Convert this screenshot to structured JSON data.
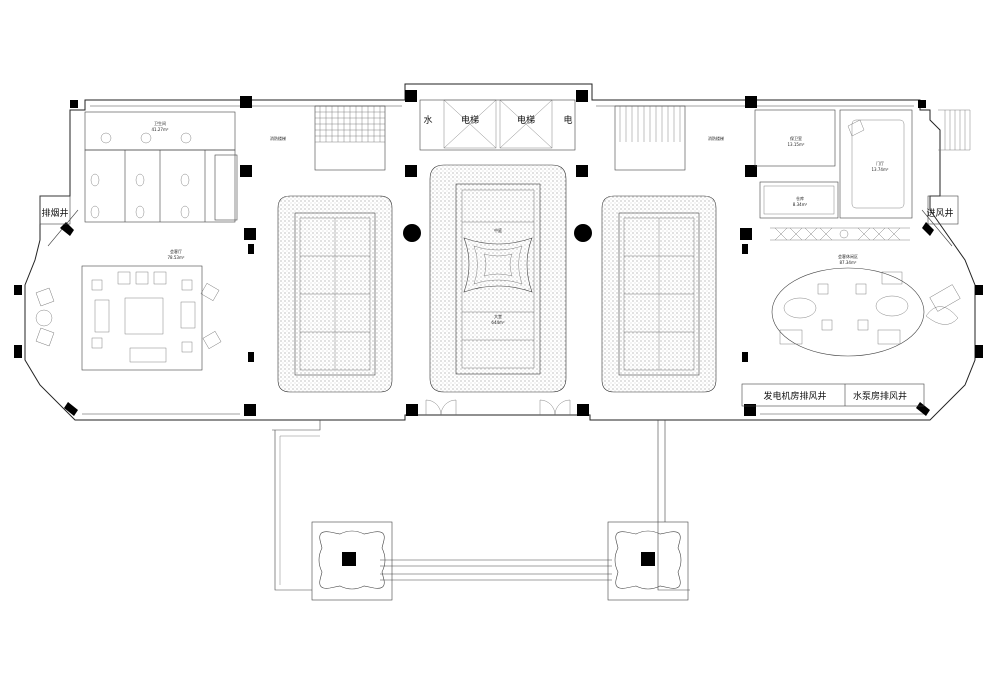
{
  "shaft_labels": {
    "exhaust_left": "排烟井",
    "fresh_air_right": "进风井",
    "generator_exhaust": "发电机房排风井",
    "pump_exhaust": "水泵房排风井",
    "water": "水",
    "electric": "电",
    "elevator_1": "电梯",
    "elevator_2": "电梯"
  },
  "rooms": {
    "toilet": {
      "name": "卫生间",
      "area": "41.27m²"
    },
    "lounge_left": {
      "name": "会客厅",
      "area": "78.53m²"
    },
    "stair_left": {
      "name": "消防楼梯"
    },
    "stair_right": {
      "name": "消防楼梯"
    },
    "office_right": {
      "name": "保卫室",
      "area": "13.15m²"
    },
    "reception": {
      "name": "门厅",
      "area": "13.74m²"
    },
    "store": {
      "name": "仓库",
      "area": "8.34m²"
    },
    "lounge_right": {
      "name": "会客休闲区",
      "area": "87.34m²"
    },
    "hall": {
      "name": "大堂",
      "area": "644m²"
    },
    "atrium": {
      "name": "中庭"
    }
  },
  "colors": {
    "line": "#222222",
    "column": "#000000",
    "background": "#ffffff"
  }
}
